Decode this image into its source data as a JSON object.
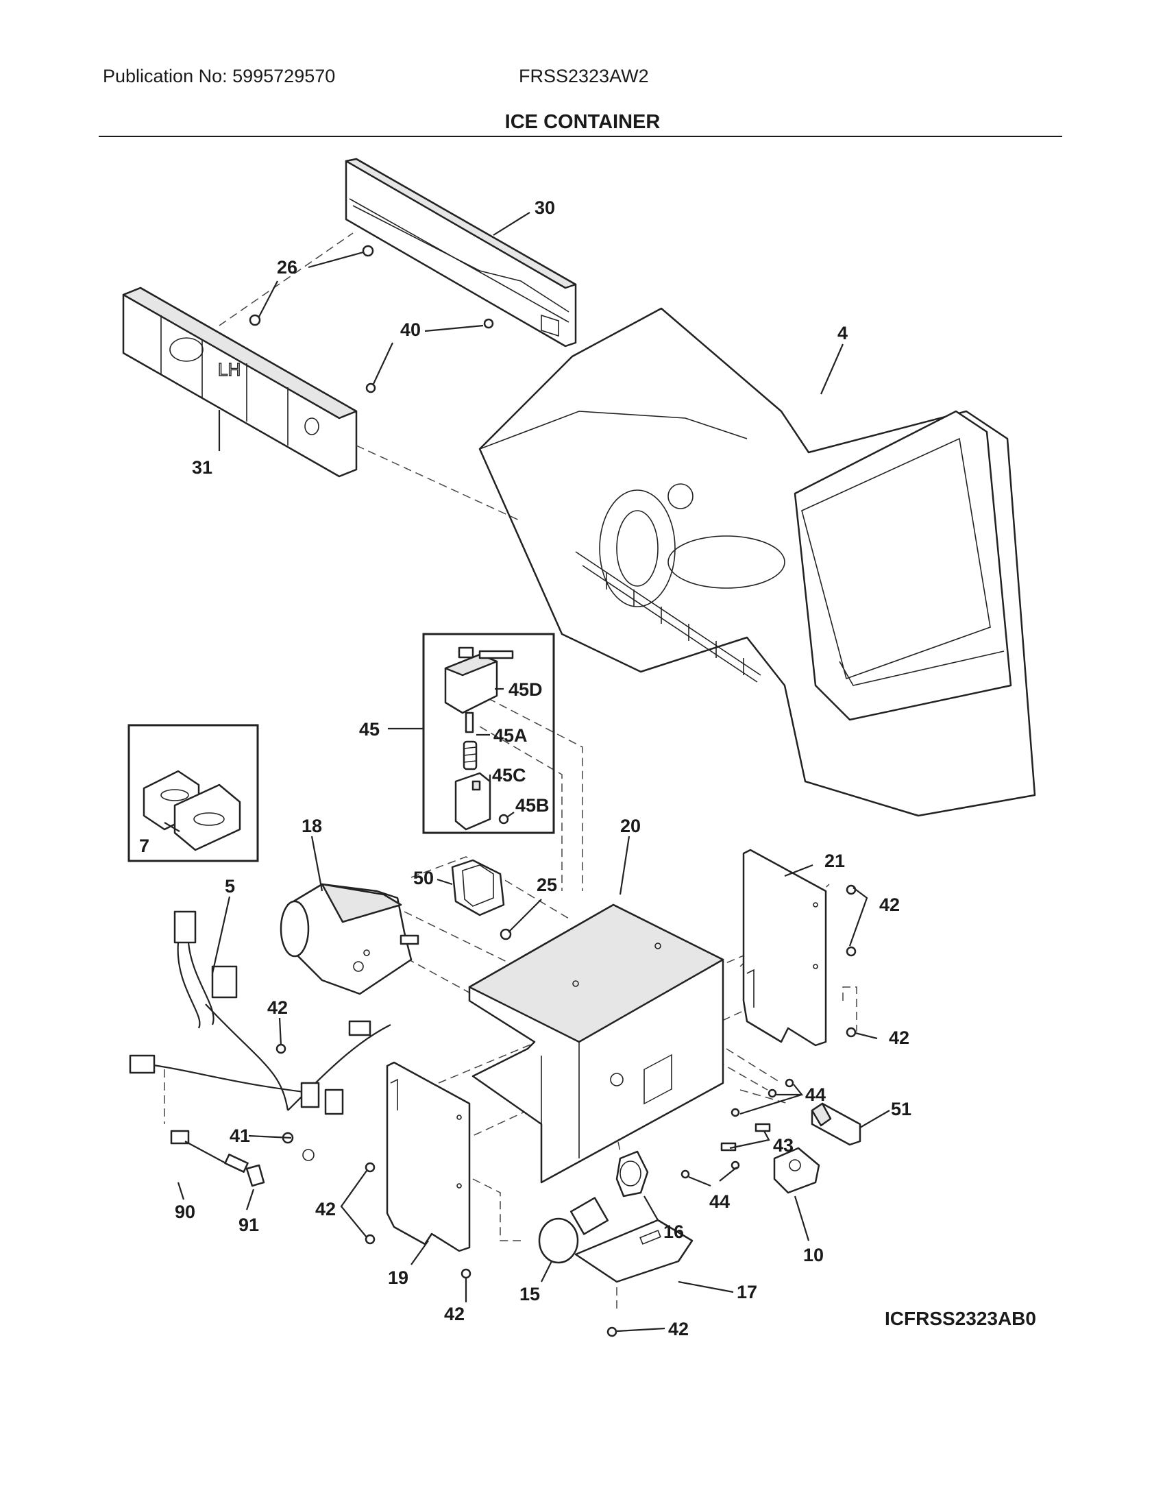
{
  "header": {
    "publication": "Publication No: 5995729570",
    "model": "FRSS2323AW2",
    "title": "ICE CONTAINER"
  },
  "footer": {
    "diagram_code": "ICFRSS2323AB0"
  },
  "callouts": {
    "c30": "30",
    "c26": "26",
    "c40": "40",
    "c4": "4",
    "c31": "31",
    "c45D": "45D",
    "c45": "45",
    "c45A": "45A",
    "c45C": "45C",
    "c45B": "45B",
    "c7": "7",
    "c18": "18",
    "c20": "20",
    "c21": "21",
    "c42a": "42",
    "c5": "5",
    "c50": "50",
    "c25": "25",
    "c42b": "42",
    "c42c": "42",
    "c44a": "44",
    "c51": "51",
    "c41": "41",
    "c43": "43",
    "c44b": "44",
    "c90": "90",
    "c91": "91",
    "c42d": "42",
    "c16": "16",
    "c10": "10",
    "c19": "19",
    "c15": "15",
    "c17": "17",
    "c42e": "42",
    "c42f": "42"
  }
}
